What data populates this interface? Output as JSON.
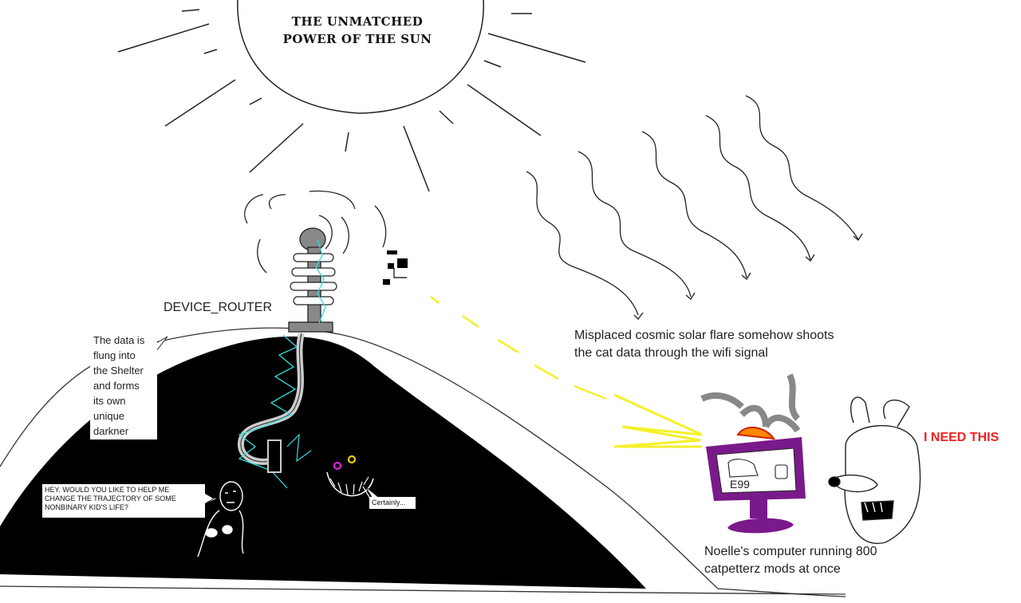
{
  "sun": {
    "title_line1": "THE UNMATCHED",
    "title_line2": "POWER OF THE SUN"
  },
  "router": {
    "label": "DEVICE_ROUTER"
  },
  "shelter": {
    "caption_lines": [
      "The data is",
      "flung into",
      "the Shelter",
      "and forms",
      "its own",
      "unique",
      "darkner"
    ]
  },
  "flare": {
    "caption_line1": "Misplaced cosmic solar flare somehow shoots",
    "caption_line2": "the cat data through the wifi signal"
  },
  "computer": {
    "screen_text": "E99",
    "caption_line1": "Noelle's computer running 800",
    "caption_line2": "catpetterz mods at once"
  },
  "character": {
    "exclamation": "I NEED THIS"
  },
  "dialogue": {
    "question_lines": [
      "HEY. WOULD YOU LIKE TO HELP ME",
      "CHANGE THE TRAJECTORY OF SOME",
      "NONBINARY KID'S LIFE?"
    ],
    "reply": "Certainly..."
  },
  "colors": {
    "shelter": "#000000",
    "wifi_lightning": "#33dddd",
    "solar_flare": "#f5f02a",
    "computer_frame": "#7a1a8a",
    "smoke": "#888888",
    "fire": "#ff8800",
    "need_this_text": "#ee2222",
    "eye_left": "#dd22dd",
    "eye_right": "#eecc00"
  },
  "icons": [
    "sun",
    "wifi-router-icon",
    "cat-data-icon",
    "computer-monitor",
    "fire",
    "smoke",
    "grinning-shadow-creature",
    "shadow-figure",
    "bunny-ear-character"
  ]
}
